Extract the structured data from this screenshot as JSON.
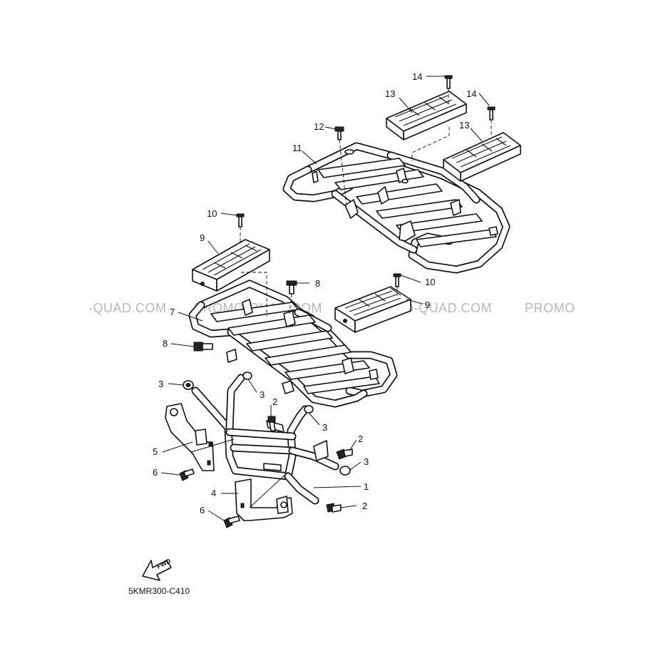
{
  "watermark": {
    "segments": [
      "-QUAD.COM",
      "PROMO-QUAD.COM",
      "PROMO-QUAD.COM",
      "PROMO"
    ]
  },
  "callouts": {
    "c1": "1",
    "c2a": "2",
    "c2b": "2",
    "c2c": "2",
    "c3a": "3",
    "c3b": "3",
    "c3c": "3",
    "c3d": "3",
    "c4": "4",
    "c5": "5",
    "c6a": "6",
    "c6b": "6",
    "c7": "7",
    "c8a": "8",
    "c8b": "8",
    "c9a": "9",
    "c9b": "9",
    "c10a": "10",
    "c10b": "10",
    "c11": "11",
    "c12": "12",
    "c13a": "13",
    "c13b": "13",
    "c14a": "14",
    "c14b": "14"
  },
  "fwd_label": "FWD",
  "diagram_code": "5KMR300-C410"
}
